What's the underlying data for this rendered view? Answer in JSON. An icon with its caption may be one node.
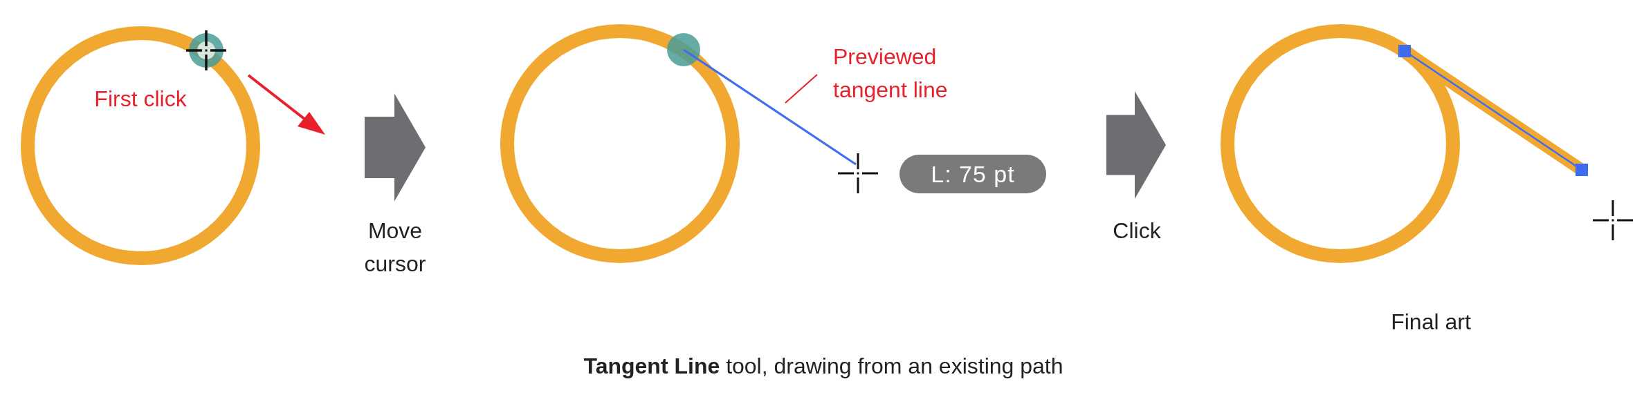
{
  "diagram": {
    "caption": "**Tangent Line** tool, drawing from an existing path",
    "nodes": [
      {
        "text": [
          "First click"
        ]
      },
      {
        "text": [],
        "shape": "circle"
      },
      {
        "text": [
          "Previewed tangent line"
        ]
      },
      {
        "text": [],
        "shape": "line"
      },
      {
        "text": [
          "L: 75 pt"
        ]
      },
      {
        "text": [],
        "shape": "circle",
        "beside": [
          "Final art"
        ]
      }
    ],
    "edges": [
      {
        "from": 2,
        "to": 3,
        "arrow": "none",
        "color": "#e8202a"
      }
    ],
    "labels": [
      "Move cursor",
      "Click"
    ]
  }
}
